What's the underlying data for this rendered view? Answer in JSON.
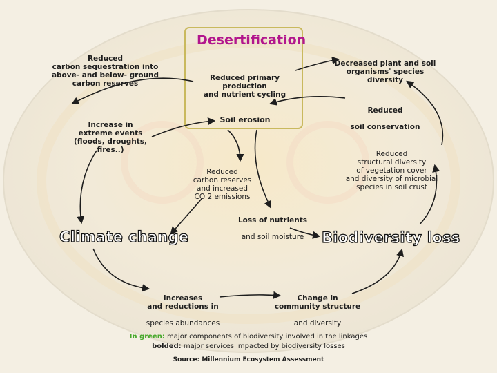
{
  "diagram": {
    "title": "Desertification",
    "nodes": {
      "climate_change": "Climate change",
      "biodiversity_loss": "Biodiversity loss",
      "carbon_sequestration": "Reduced\ncarbon sequestration into\nabove- and below- ground\ncarbon reserves",
      "extreme_events": "Increase in\nextreme events\n(floods, droughts, fires..)",
      "primary_production": "Reduced primary production\nand nutrient cycling",
      "soil_erosion": "Soil erosion",
      "plant_soil_diversity": "Decreased plant and soil\norganisms' species diversity",
      "soil_conservation_head": "Reduced",
      "soil_conservation_sub": "soil conservation",
      "structural_diversity": "Reduced\nstructural diversity\nof vegetation cover\nand diversity of microbial\nspecies in soil crust",
      "carbon_reserves": "Reduced\ncarbon reserves\nand increased\nCO 2 emissions",
      "nutrients_head": "Loss of nutrients",
      "nutrients_sub": "and soil moisture",
      "abundance_head": "Increases\nand reductions in",
      "abundance_sub": "species abundances",
      "community_head": "Change in\ncommunity structure",
      "community_sub": "and diversity"
    }
  },
  "legend": {
    "green_label": "In green:",
    "green_text": " major components of biodiversity involved in the linkages",
    "bold_label": "bolded:",
    "bold_text": " major services impacted by biodiversity losses"
  },
  "source": "Source: Millennium Ecosystem Assessment",
  "colors": {
    "background": "#f4efe3",
    "desert_box": "#c9b95e",
    "desert_title": "#b2168d",
    "green": "#46a82a",
    "arrow": "#1e1e1e"
  }
}
